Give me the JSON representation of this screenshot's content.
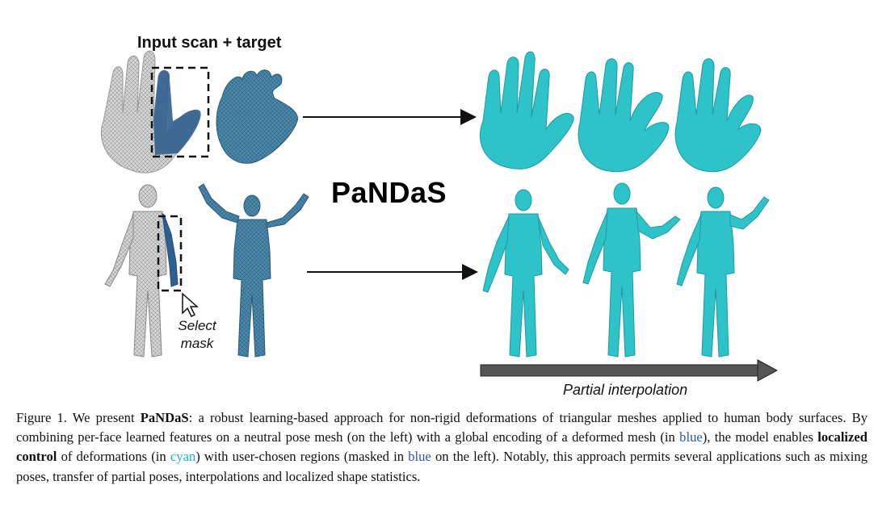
{
  "figure": {
    "heading": "Input scan + target",
    "title": "PaNDaS",
    "mask_label_line1": "Select",
    "mask_label_line2": "mask",
    "interp_label": "Partial interpolation",
    "colors": {
      "scan_gray": "#c9c9c9",
      "mask_blue": "#2f5f8f",
      "target_blue": "#3f7f9f",
      "output_cyan": "#2ec3c8",
      "arrow_gray": "#555555"
    },
    "icons": [
      "hand-scan",
      "hand-target",
      "body-scan",
      "body-target",
      "mouse-cursor-icon",
      "arrow-right-icon"
    ]
  },
  "caption": {
    "prefix": "Figure 1. We present ",
    "name": "PaNDaS",
    "t1": ": a robust learning-based approach for non-rigid deformations of triangular meshes applied to human body surfaces. By combining per-face learned features on a neutral pose mesh (on the left) with a global encoding of a deformed mesh (in ",
    "blue1": "blue",
    "t2": "), the model enables ",
    "bold2": "localized control",
    "t3": " of deformations (in ",
    "cyan": "cyan",
    "t4": ") with user-chosen regions (masked in ",
    "blue2": "blue",
    "t5": " on the left). Notably, this approach permits several applications such as mixing poses, transfer of partial poses, interpolations and localized shape statistics."
  }
}
